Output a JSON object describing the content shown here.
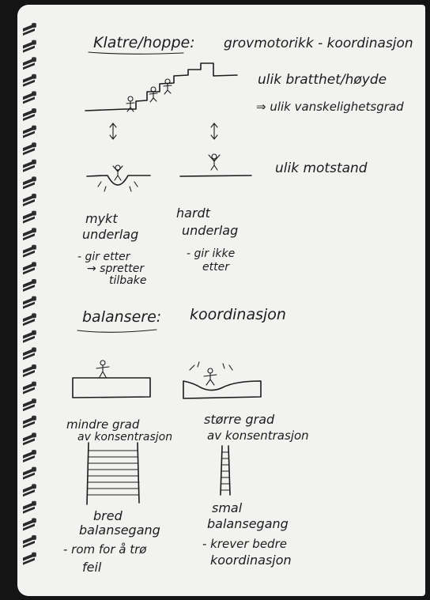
{
  "notebook": {
    "page_color": "#f2f2f0",
    "ink_color": "#1c1c1c",
    "spiral_color": "#2a2a2a"
  },
  "section_climb": {
    "heading": "Klatre/hoppe:",
    "heading_topic": "grovmotorikk - koordinasjon",
    "stairs_note_1": "ulik bratthet/høyde",
    "stairs_note_2": "⇒ ulik vanskelighetsgrad",
    "resistance_note": "ulik motstand",
    "soft_ground": {
      "line1": "mykt",
      "line2": "underlag",
      "line3": "- gir etter",
      "line4": "→ spretter",
      "line5": "tilbake"
    },
    "hard_ground": {
      "line1": "hardt",
      "line2": "underlag",
      "line3": "- gir ikke",
      "line4": "etter"
    }
  },
  "section_balance": {
    "heading": "balansere:",
    "heading_topic": "koordinasjon",
    "flat_beam": {
      "line1": "mindre grad",
      "line2": "av konsentrasjon"
    },
    "wobbly_beam": {
      "line1": "større grad",
      "line2": "av konsentrasjon"
    },
    "wide_walkway": {
      "line1": "bred",
      "line2": "balansegang",
      "line3": "- rom for å trø",
      "line4": "feil"
    },
    "narrow_walkway": {
      "line1": "smal",
      "line2": "balansegang",
      "line3": "- krever bedre",
      "line4": "koordinasjon"
    }
  }
}
